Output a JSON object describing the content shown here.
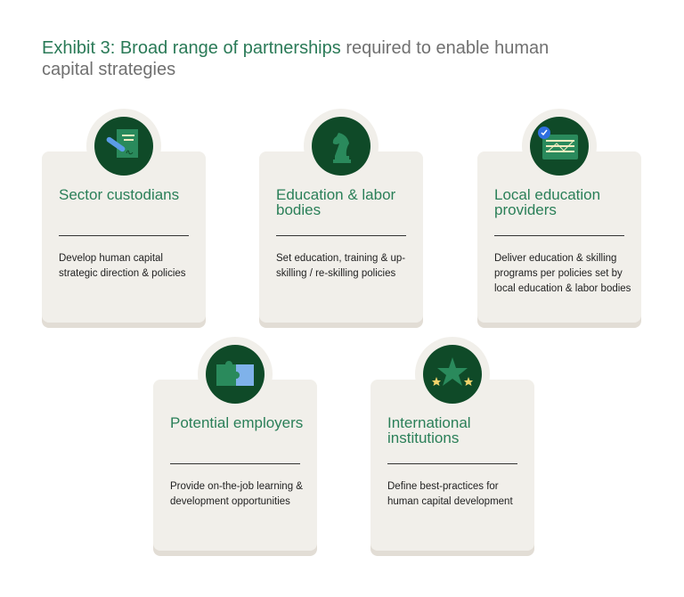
{
  "title": {
    "highlight": "Exhibit 3: Broad range of partnerships",
    "rest": " required to enable human capital strategies"
  },
  "cards": [
    {
      "title": "Sector custodians",
      "body": "Develop human capital strategic direction & policies",
      "icon": "signed-document-icon"
    },
    {
      "title": "Education & labor bodies",
      "body": "Set education, training & up-skilling / re-skilling policies",
      "icon": "chess-knight-icon"
    },
    {
      "title": "Local education providers",
      "body": "Deliver education & skilling programs per policies set by local education & labor bodies",
      "icon": "verified-chart-icon"
    },
    {
      "title": "Potential employers",
      "body": "Provide on-the-job learning & development opportunities",
      "icon": "puzzle-icon"
    },
    {
      "title": "International institutions",
      "body": "Define best-practices for human capital development",
      "icon": "stars-icon"
    }
  ],
  "colors": {
    "accent": "#2a7a57",
    "icon_bg": "#0f4a28",
    "card_bg": "#f1efea"
  }
}
